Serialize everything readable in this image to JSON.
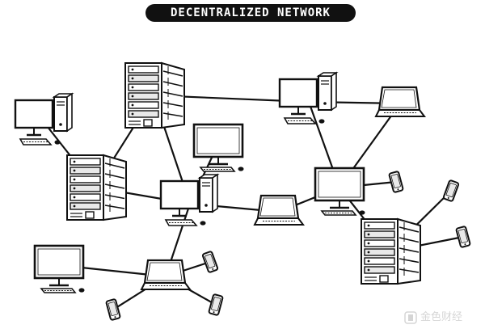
{
  "title": "DECENTRALIZED NETWORK",
  "colors": {
    "ink": "#111111",
    "paper": "#ffffff",
    "shade": "#e9e9e9"
  },
  "watermark": {
    "text": "金色财经",
    "logo_icon": "coin-logo-icon"
  },
  "nodes": [
    {
      "id": "server-1",
      "kind": "server"
    },
    {
      "id": "server-2",
      "kind": "server"
    },
    {
      "id": "server-3",
      "kind": "server"
    },
    {
      "id": "desktop-1",
      "kind": "desktop"
    },
    {
      "id": "desktop-2",
      "kind": "desktop"
    },
    {
      "id": "desktop-3",
      "kind": "desktop"
    },
    {
      "id": "desktop-4",
      "kind": "desktop"
    },
    {
      "id": "monitor-1",
      "kind": "monitor"
    },
    {
      "id": "monitor-2",
      "kind": "monitor"
    },
    {
      "id": "monitor-3",
      "kind": "monitor"
    },
    {
      "id": "laptop-1",
      "kind": "laptop"
    },
    {
      "id": "laptop-2",
      "kind": "laptop"
    },
    {
      "id": "laptop-3",
      "kind": "laptop"
    },
    {
      "id": "phone-1",
      "kind": "phone"
    },
    {
      "id": "phone-2",
      "kind": "phone"
    },
    {
      "id": "phone-3",
      "kind": "phone"
    },
    {
      "id": "phone-4",
      "kind": "phone"
    },
    {
      "id": "phone-5",
      "kind": "phone"
    },
    {
      "id": "phone-6",
      "kind": "phone"
    }
  ],
  "links": [
    [
      "server-1",
      "desktop-3"
    ],
    [
      "server-1",
      "server-2"
    ],
    [
      "server-1",
      "desktop-2"
    ],
    [
      "desktop-1",
      "server-2"
    ],
    [
      "server-2",
      "desktop-2"
    ],
    [
      "monitor-1",
      "desktop-2"
    ],
    [
      "desktop-3",
      "laptop-1"
    ],
    [
      "desktop-3",
      "monitor-3"
    ],
    [
      "laptop-1",
      "monitor-3"
    ],
    [
      "desktop-2",
      "laptop-2"
    ],
    [
      "laptop-2",
      "monitor-3"
    ],
    [
      "desktop-2",
      "laptop-3"
    ],
    [
      "monitor-2",
      "laptop-3"
    ],
    [
      "monitor-3",
      "phone-1"
    ],
    [
      "monitor-3",
      "server-3"
    ],
    [
      "server-3",
      "phone-2"
    ],
    [
      "server-3",
      "phone-3"
    ],
    [
      "laptop-3",
      "phone-4"
    ],
    [
      "laptop-3",
      "phone-5"
    ],
    [
      "laptop-3",
      "phone-6"
    ]
  ]
}
